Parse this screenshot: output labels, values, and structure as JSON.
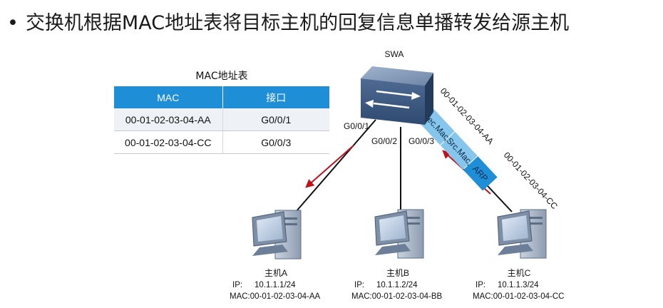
{
  "title": {
    "bullet": "•",
    "text": "交换机根据MAC地址表将目标主机的回复信息单播转发给源主机"
  },
  "mac_table": {
    "caption": "MAC地址表",
    "headers": [
      "MAC",
      "接口"
    ],
    "rows": [
      {
        "mac": "00-01-02-03-04-AA",
        "port": "G0/0/1"
      },
      {
        "mac": "00-01-02-03-04-CC",
        "port": "G0/0/3"
      }
    ],
    "header_color": "#1e8fd6"
  },
  "switch": {
    "name": "SWA",
    "ports": [
      "G0/0/1",
      "G0/0/2",
      "G0/0/3"
    ]
  },
  "frame": {
    "fields": [
      "Dec.Mac",
      "Src.Mac",
      "ARP"
    ],
    "dest_mac": "00-01-02-03-04-AA",
    "src_mac": "00-01-02-03-04-CC",
    "field_color": "#87c6ec",
    "type_color": "#1e8fd6"
  },
  "hosts": [
    {
      "name": "主机A",
      "ip_key": "IP:",
      "ip": "10.1.1.1/24",
      "mac": "MAC:00-01-02-03-04-AA"
    },
    {
      "name": "主机B",
      "ip_key": "IP:",
      "ip": "10.1.1.2/24",
      "mac": "MAC:00-01-02-03-04-BB"
    },
    {
      "name": "主机C",
      "ip_key": "IP:",
      "ip": "10.1.1.3/24",
      "mac": "MAC:00-01-02-03-04-CC"
    }
  ],
  "arrow_color": "#c0121b"
}
